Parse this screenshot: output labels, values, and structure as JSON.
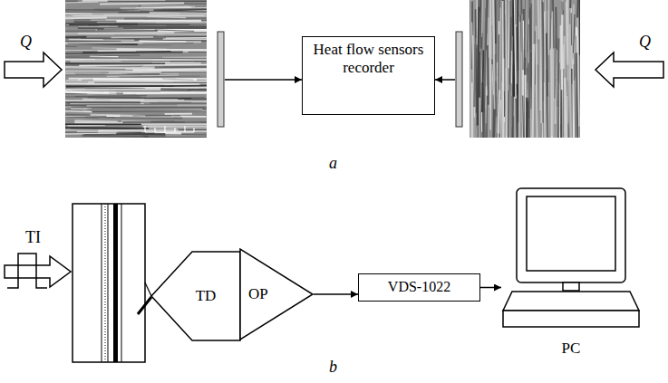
{
  "diagram": {
    "nodes": [
      {
        "text": [
          "Heat flow sensors recorder"
        ]
      },
      {
        "text": [
          "TD"
        ]
      },
      {
        "text": [
          "OP"
        ]
      },
      {
        "text": [
          "VDS-1022"
        ]
      },
      {
        "text": [
          "PC"
        ]
      }
    ],
    "edges": [
      {
        "from": 2,
        "to": 3,
        "arrow": "to"
      },
      {
        "from": 3,
        "to": 4,
        "arrow": "to"
      }
    ],
    "labels": [
      "Q",
      "Q",
      "a",
      "TI",
      "b"
    ]
  }
}
